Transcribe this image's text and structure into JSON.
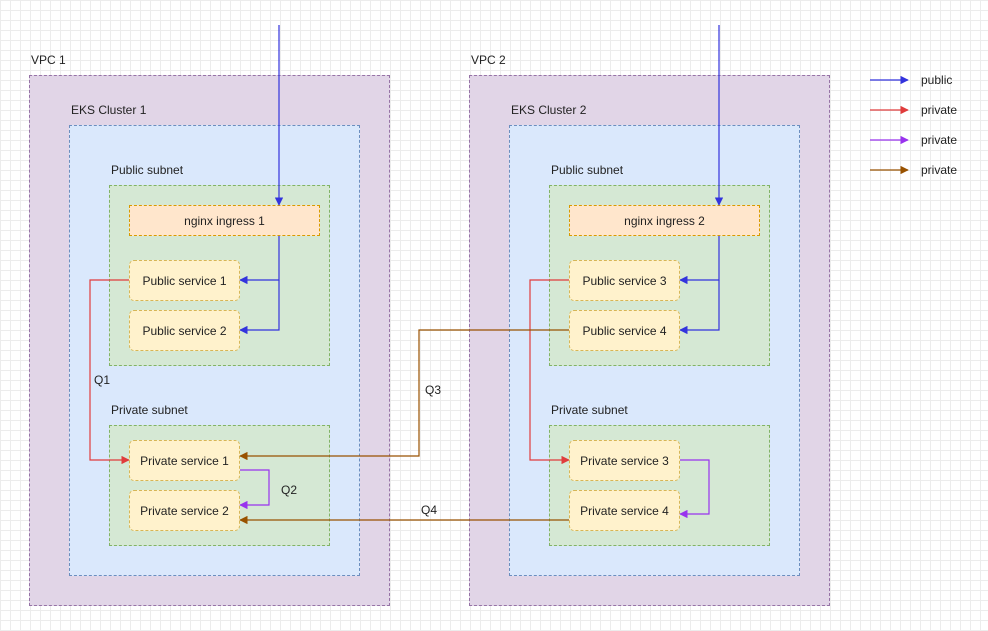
{
  "vpcs": [
    {
      "label": "VPC 1",
      "cluster": "EKS Cluster 1",
      "public_subnet": "Public subnet",
      "private_subnet": "Private subnet",
      "ingress": "nginx ingress 1",
      "public_services": [
        "Public service 1",
        "Public service 2"
      ],
      "private_services": [
        "Private service 1",
        "Private service 2"
      ]
    },
    {
      "label": "VPC 2",
      "cluster": "EKS Cluster 2",
      "public_subnet": "Public subnet",
      "private_subnet": "Private subnet",
      "ingress": "nginx ingress 2",
      "public_services": [
        "Public service 3",
        "Public service 4"
      ],
      "private_services": [
        "Private service 3",
        "Private service 4"
      ]
    }
  ],
  "edge_labels": {
    "q1": "Q1",
    "q2": "Q2",
    "q3": "Q3",
    "q4": "Q4"
  },
  "legend": [
    {
      "label": "public",
      "color": "#3333dd"
    },
    {
      "label": "private",
      "color": "#e03c3c"
    },
    {
      "label": "private",
      "color": "#9933ee"
    },
    {
      "label": "private",
      "color": "#995200"
    }
  ],
  "colors": {
    "public": "#3333dd",
    "red": "#e03c3c",
    "purple": "#9933ee",
    "brown": "#995200"
  }
}
